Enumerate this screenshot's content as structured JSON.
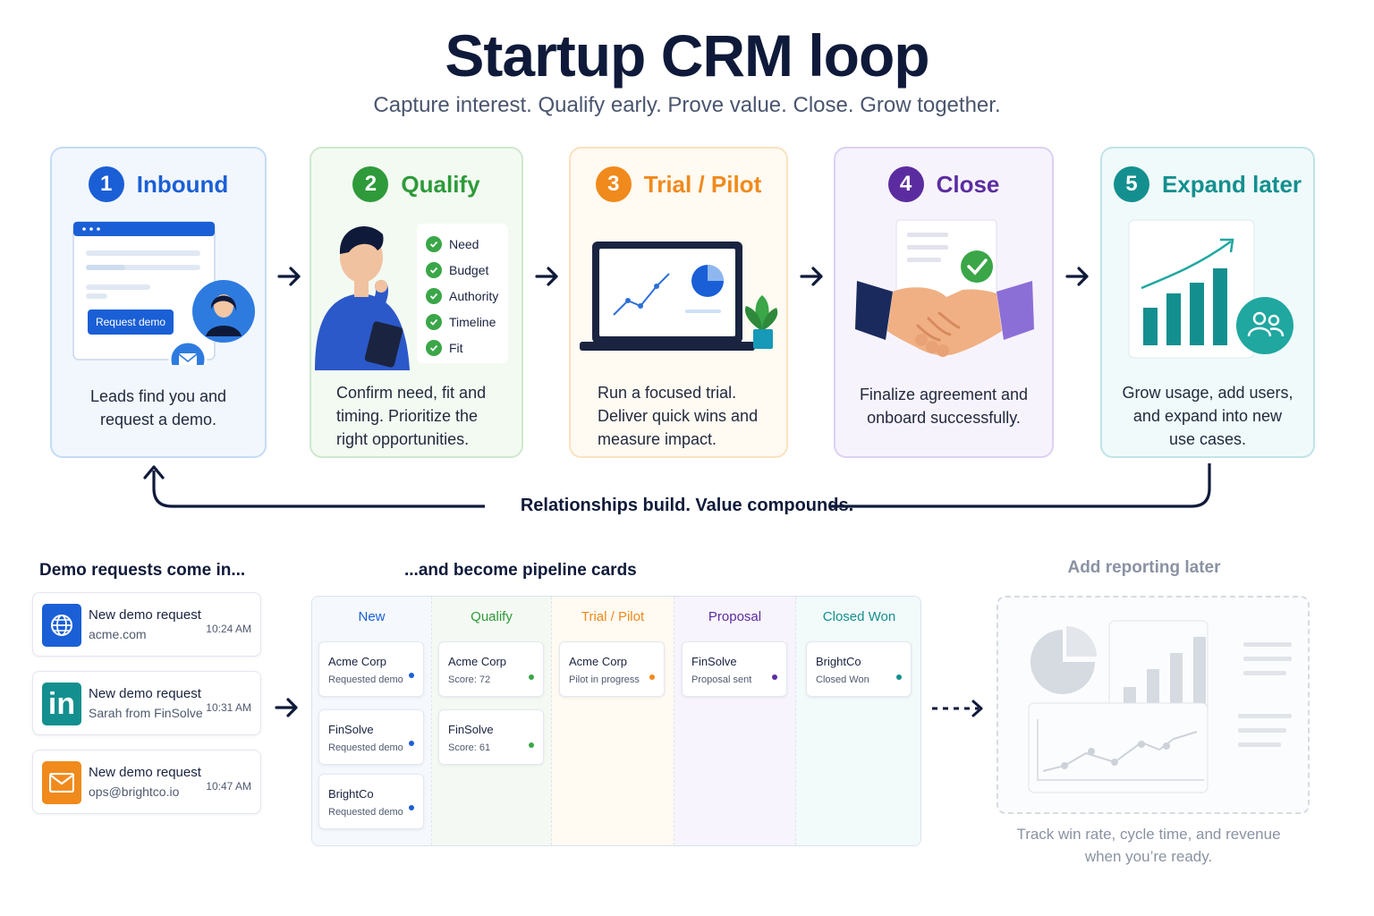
{
  "title": "Startup CRM loop",
  "subtitle": "Capture interest. Qualify early. Prove value. Close. Grow together.",
  "colors": {
    "inbound": "#1a5fd6",
    "qualify": "#2e9a3a",
    "trial": "#f08a1c",
    "close": "#5b2ca0",
    "expand": "#148f8f",
    "navy": "#0f1a3a"
  },
  "stages": [
    {
      "number": "1",
      "title": "Inbound",
      "description": "Leads find you and request a demo.",
      "illustration_button": "Request demo"
    },
    {
      "number": "2",
      "title": "Qualify",
      "description": "Confirm need, fit and timing. Prioritize the right opportunities.",
      "checklist": [
        "Need",
        "Budget",
        "Authority",
        "Timeline",
        "Fit"
      ]
    },
    {
      "number": "3",
      "title": "Trial / Pilot",
      "description": "Run a focused trial. Deliver quick wins and measure impact."
    },
    {
      "number": "4",
      "title": "Close",
      "description": "Finalize agreement and onboard successfully."
    },
    {
      "number": "5",
      "title": "Expand later",
      "description": "Grow usage, add users, and expand into new use cases."
    }
  ],
  "loop_label": "Relationships build. Value compounds.",
  "demo_section": {
    "heading": "Demo requests come in...",
    "requests": [
      {
        "icon": "globe-icon",
        "title": "New demo request",
        "source": "acme.com",
        "time": "10:24 AM"
      },
      {
        "icon": "linkedin-icon",
        "title": "New demo request",
        "source": "Sarah from FinSolve",
        "time": "10:31 AM"
      },
      {
        "icon": "email-icon",
        "title": "New demo request",
        "source": "ops@brightco.io",
        "time": "10:47 AM"
      }
    ]
  },
  "pipeline": {
    "heading": "...and become pipeline cards",
    "columns": [
      {
        "name": "New",
        "cards": [
          {
            "company": "Acme Corp",
            "status": "Requested demo"
          },
          {
            "company": "FinSolve",
            "status": "Requested demo"
          },
          {
            "company": "BrightCo",
            "status": "Requested demo"
          }
        ]
      },
      {
        "name": "Qualify",
        "cards": [
          {
            "company": "Acme Corp",
            "status": "Score: 72"
          },
          {
            "company": "FinSolve",
            "status": "Score: 61"
          }
        ]
      },
      {
        "name": "Trial / Pilot",
        "cards": [
          {
            "company": "Acme Corp",
            "status": "Pilot in progress"
          }
        ]
      },
      {
        "name": "Proposal",
        "cards": [
          {
            "company": "FinSolve",
            "status": "Proposal sent"
          }
        ]
      },
      {
        "name": "Closed Won",
        "cards": [
          {
            "company": "BrightCo",
            "status": "Closed Won"
          }
        ]
      }
    ]
  },
  "reporting": {
    "heading": "Add reporting later",
    "note": "Track win rate, cycle time, and revenue when you’re ready."
  }
}
